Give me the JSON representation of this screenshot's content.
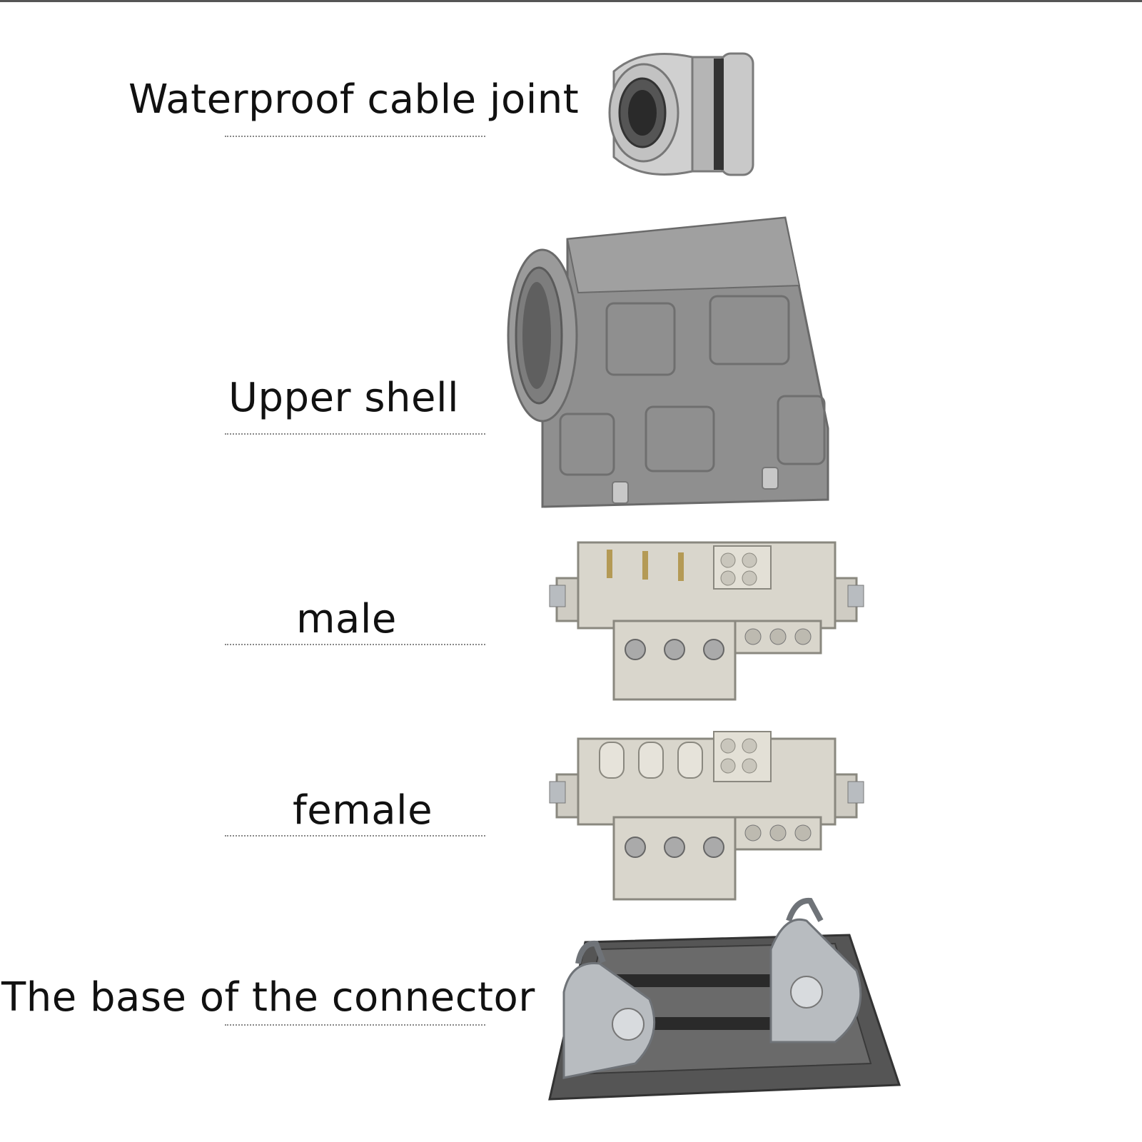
{
  "parts": [
    {
      "label": "Waterproof cable joint",
      "icon": "cable-gland"
    },
    {
      "label": "Upper shell",
      "icon": "connector-hood"
    },
    {
      "label": "male",
      "icon": "male-insert"
    },
    {
      "label": "female",
      "icon": "female-insert"
    },
    {
      "label": "The base of the connector",
      "icon": "connector-base"
    }
  ],
  "colors": {
    "shell_gray": "#8f8f8f",
    "insert_beige": "#d9d6cc",
    "base_dark": "#4a4a4a",
    "metal": "#b8bcc0"
  }
}
